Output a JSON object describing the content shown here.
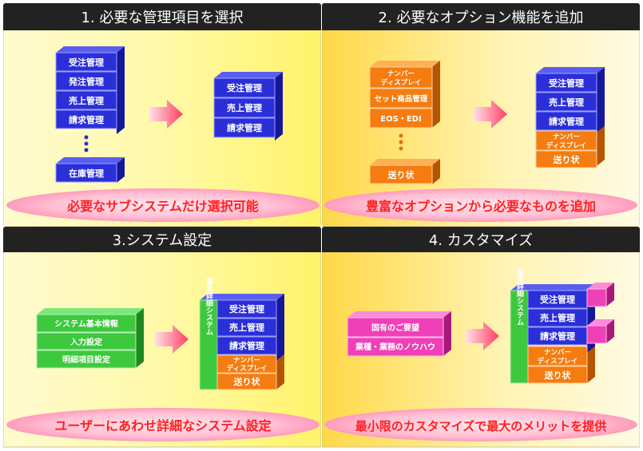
{
  "panels": [
    {
      "title": "1. 必要な管理項目を選択",
      "caption": "必要なサブシステムだけ選択可能",
      "left_items": [
        "受注管理",
        "発注管理",
        "売上管理",
        "請求管理"
      ],
      "left_bottom": "在庫管理",
      "right_items": [
        "受注管理",
        "売上管理",
        "請求管理"
      ]
    },
    {
      "title": "2. 必要なオプション機能を追加",
      "caption": "豊富なオプションから必要なものを追加",
      "left_items": [
        [
          "ナンバー",
          "ディスプレイ"
        ],
        [
          "セット商品管理"
        ],
        [
          "EOS・EDI"
        ]
      ],
      "left_bottom": "送り状",
      "right_items": [
        "受注管理",
        "売上管理",
        "請求管理"
      ],
      "right_option_items": [
        [
          "ナンバー",
          "ディスプレイ"
        ],
        [
          "送り状"
        ]
      ]
    },
    {
      "title": "3.システム設定",
      "caption": "ユーザーにあわせ詳細なシステム設定",
      "settings_items": [
        "システム基本情報",
        "入力設定",
        "明細項目設定"
      ],
      "side_label": "基本詳細システム",
      "right_items": [
        "受注管理",
        "売上管理",
        "請求管理"
      ],
      "right_option_items": [
        [
          "ナンバー",
          "ディスプレイ"
        ],
        [
          "送り状"
        ]
      ]
    },
    {
      "title": "4. カスタマイズ",
      "caption": "最小限のカスタマイズで最大のメリットを提供",
      "custom_items": [
        "固有のご要望",
        "業種・業務のノウハウ"
      ],
      "side_label": "基本詳細システム",
      "right_items": [
        "受注管理",
        "売上管理",
        "請求管理"
      ],
      "right_option_items": [
        [
          "ナンバー",
          "ディスプレイ"
        ],
        [
          "送り状"
        ]
      ]
    }
  ],
  "colors": {
    "title_bar": "#222222",
    "blue_face": "#2b2fd8",
    "blue_top": "#5a5ef0",
    "blue_side": "#16189a",
    "orange_face": "#f57c10",
    "orange_top": "#ffb050",
    "orange_side": "#b85400",
    "green_face": "#3ec83e",
    "pink_face": "#f040b8",
    "caption_text": "#ff2020"
  }
}
